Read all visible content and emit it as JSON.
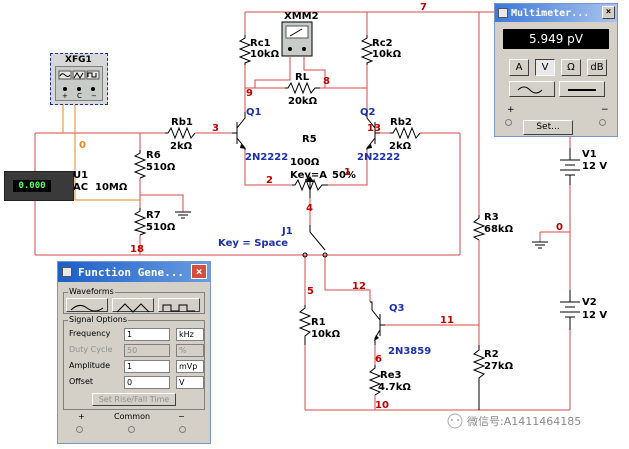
{
  "schematic": {
    "instruments": {
      "xfg1": "XFG1",
      "xmm2": "XMM2",
      "u1_label": "U1",
      "u1_mode": "AC",
      "u1_resistance": "10MΩ",
      "u1_reading": "0.000"
    },
    "components": {
      "rc1_name": "Rc1",
      "rc1_value": "10kΩ",
      "rc2_name": "Rc2",
      "rc2_value": "10kΩ",
      "rl_name": "RL",
      "rl_value": "20kΩ",
      "rb1_name": "Rb1",
      "rb1_value": "2kΩ",
      "rb2_name": "Rb2",
      "rb2_value": "2kΩ",
      "q1_name": "Q1",
      "q1_model": "2N2222",
      "q2_name": "Q2",
      "q2_model": "2N2222",
      "q3_name": "Q3",
      "q3_model": "2N3859",
      "r5_name": "R5",
      "r5_value": "100Ω",
      "r5_key": "Key=A",
      "r5_percent": "50%",
      "r6_name": "R6",
      "r6_value": "510Ω",
      "r7_name": "R7",
      "r7_value": "510Ω",
      "j1_name": "J1",
      "j1_key": "Key = Space",
      "r1_name": "R1",
      "r1_value": "10kΩ",
      "r2_name": "R2",
      "r2_value": "27kΩ",
      "r3_name": "R3",
      "r3_value": "68kΩ",
      "re3_name": "Re3",
      "re3_value": "4.7kΩ",
      "v1_name": "V1",
      "v1_value": "12 V",
      "v2_name": "V2",
      "v2_value": "12 V"
    },
    "nets": {
      "n7": "7",
      "n9": "9",
      "n8": "8",
      "n3": "3",
      "n13": "13",
      "n2": "2",
      "n1": "1",
      "n4": "4",
      "n0a": "0",
      "n0b": "0",
      "n18": "18",
      "n5": "5",
      "n12": "12",
      "n11": "11",
      "n6": "6",
      "n10": "10"
    },
    "watermark": "微信号:A1411464185"
  },
  "multimeter": {
    "title": "Multimeter...",
    "close": "×",
    "display": "5.949 pV",
    "mode_buttons": [
      "A",
      "V",
      "Ω",
      "dB"
    ],
    "selected_mode": "V",
    "set_label": "Set...",
    "plus": "+",
    "minus": "−"
  },
  "function_generator": {
    "title": "Function Gene...",
    "close": "×",
    "waveforms_legend": "Waveforms",
    "signal_options_legend": "Signal Options",
    "frequency_label": "Frequency",
    "frequency_value": "1",
    "frequency_unit": "kHz",
    "duty_label": "Duty Cycle",
    "duty_value": "50",
    "duty_unit": "%",
    "amplitude_label": "Amplitude",
    "amplitude_value": "1",
    "amplitude_unit": "mVp",
    "offset_label": "Offset",
    "offset_value": "0",
    "offset_unit": "V",
    "rise_fall_label": "Set Rise/Fall Time",
    "term_plus": "+",
    "term_common": "Common",
    "term_minus": "−"
  }
}
